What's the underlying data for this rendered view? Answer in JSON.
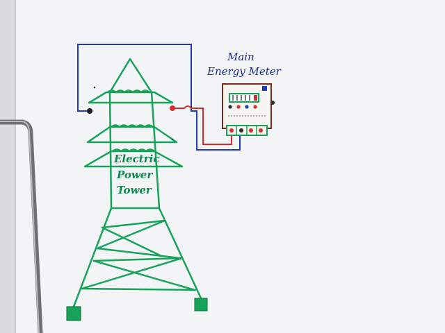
{
  "labels": {
    "meter_line1": "Main",
    "meter_line2": "Energy Meter",
    "tower_line1": "Electric",
    "tower_line2": "Power",
    "tower_line3": "Tower"
  },
  "colors": {
    "board": "#f4f5f7",
    "tower_green": "#17a35a",
    "wire_blue": "#1f3bb3",
    "wire_red": "#d62c2c",
    "meter_brown": "#7a2a1a",
    "rod": "#7d7f82"
  }
}
